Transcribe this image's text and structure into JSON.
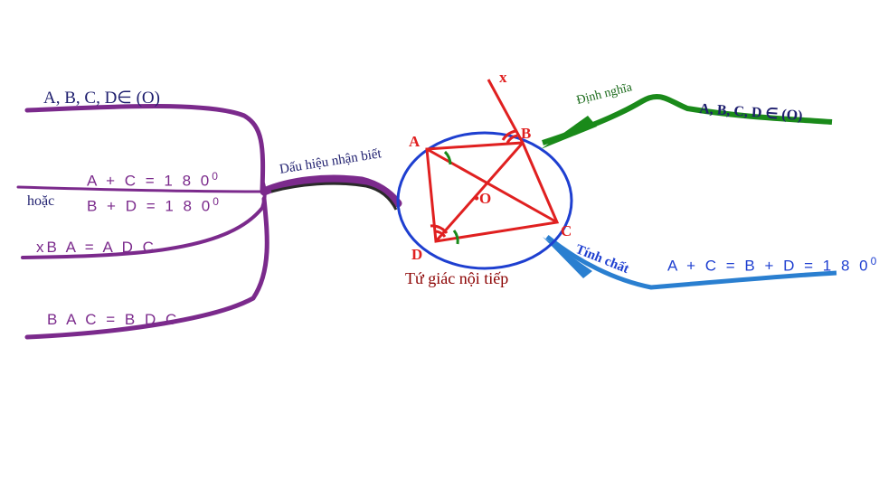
{
  "left": {
    "membership": "A, B, C, D∈ (O)",
    "eq_ac": "A + C = 1 8 0",
    "eq_ac_sup": "0",
    "or_label": "hoặc",
    "eq_bd": "B + D = 1 8 0",
    "eq_bd_sup": "0",
    "angle_xba": "xB A = A D C",
    "angle_bac": "B A C = B D C"
  },
  "center": {
    "branch_label": "Dấu hiệu nhận biết",
    "caption": "Tứ giác nội tiếp",
    "point_a": "A",
    "point_b": "B",
    "point_c": "C",
    "point_d": "D",
    "point_o": "•O",
    "point_x": "x"
  },
  "right": {
    "definition_label": "Định nghĩa",
    "definition_text": "A, B, C, D ∈ (O)",
    "property_label": "Tính chất",
    "property_eq": "A + C = B + D = 1 8 0",
    "property_eq_sup": "0"
  },
  "colors": {
    "purple": "#7b2a8c",
    "green": "#1a8a1a",
    "blue": "#2a7fd0",
    "red": "#e02020",
    "circle": "#1e3fd0",
    "navy": "#1e1e6e",
    "caption": "#8b0000"
  }
}
